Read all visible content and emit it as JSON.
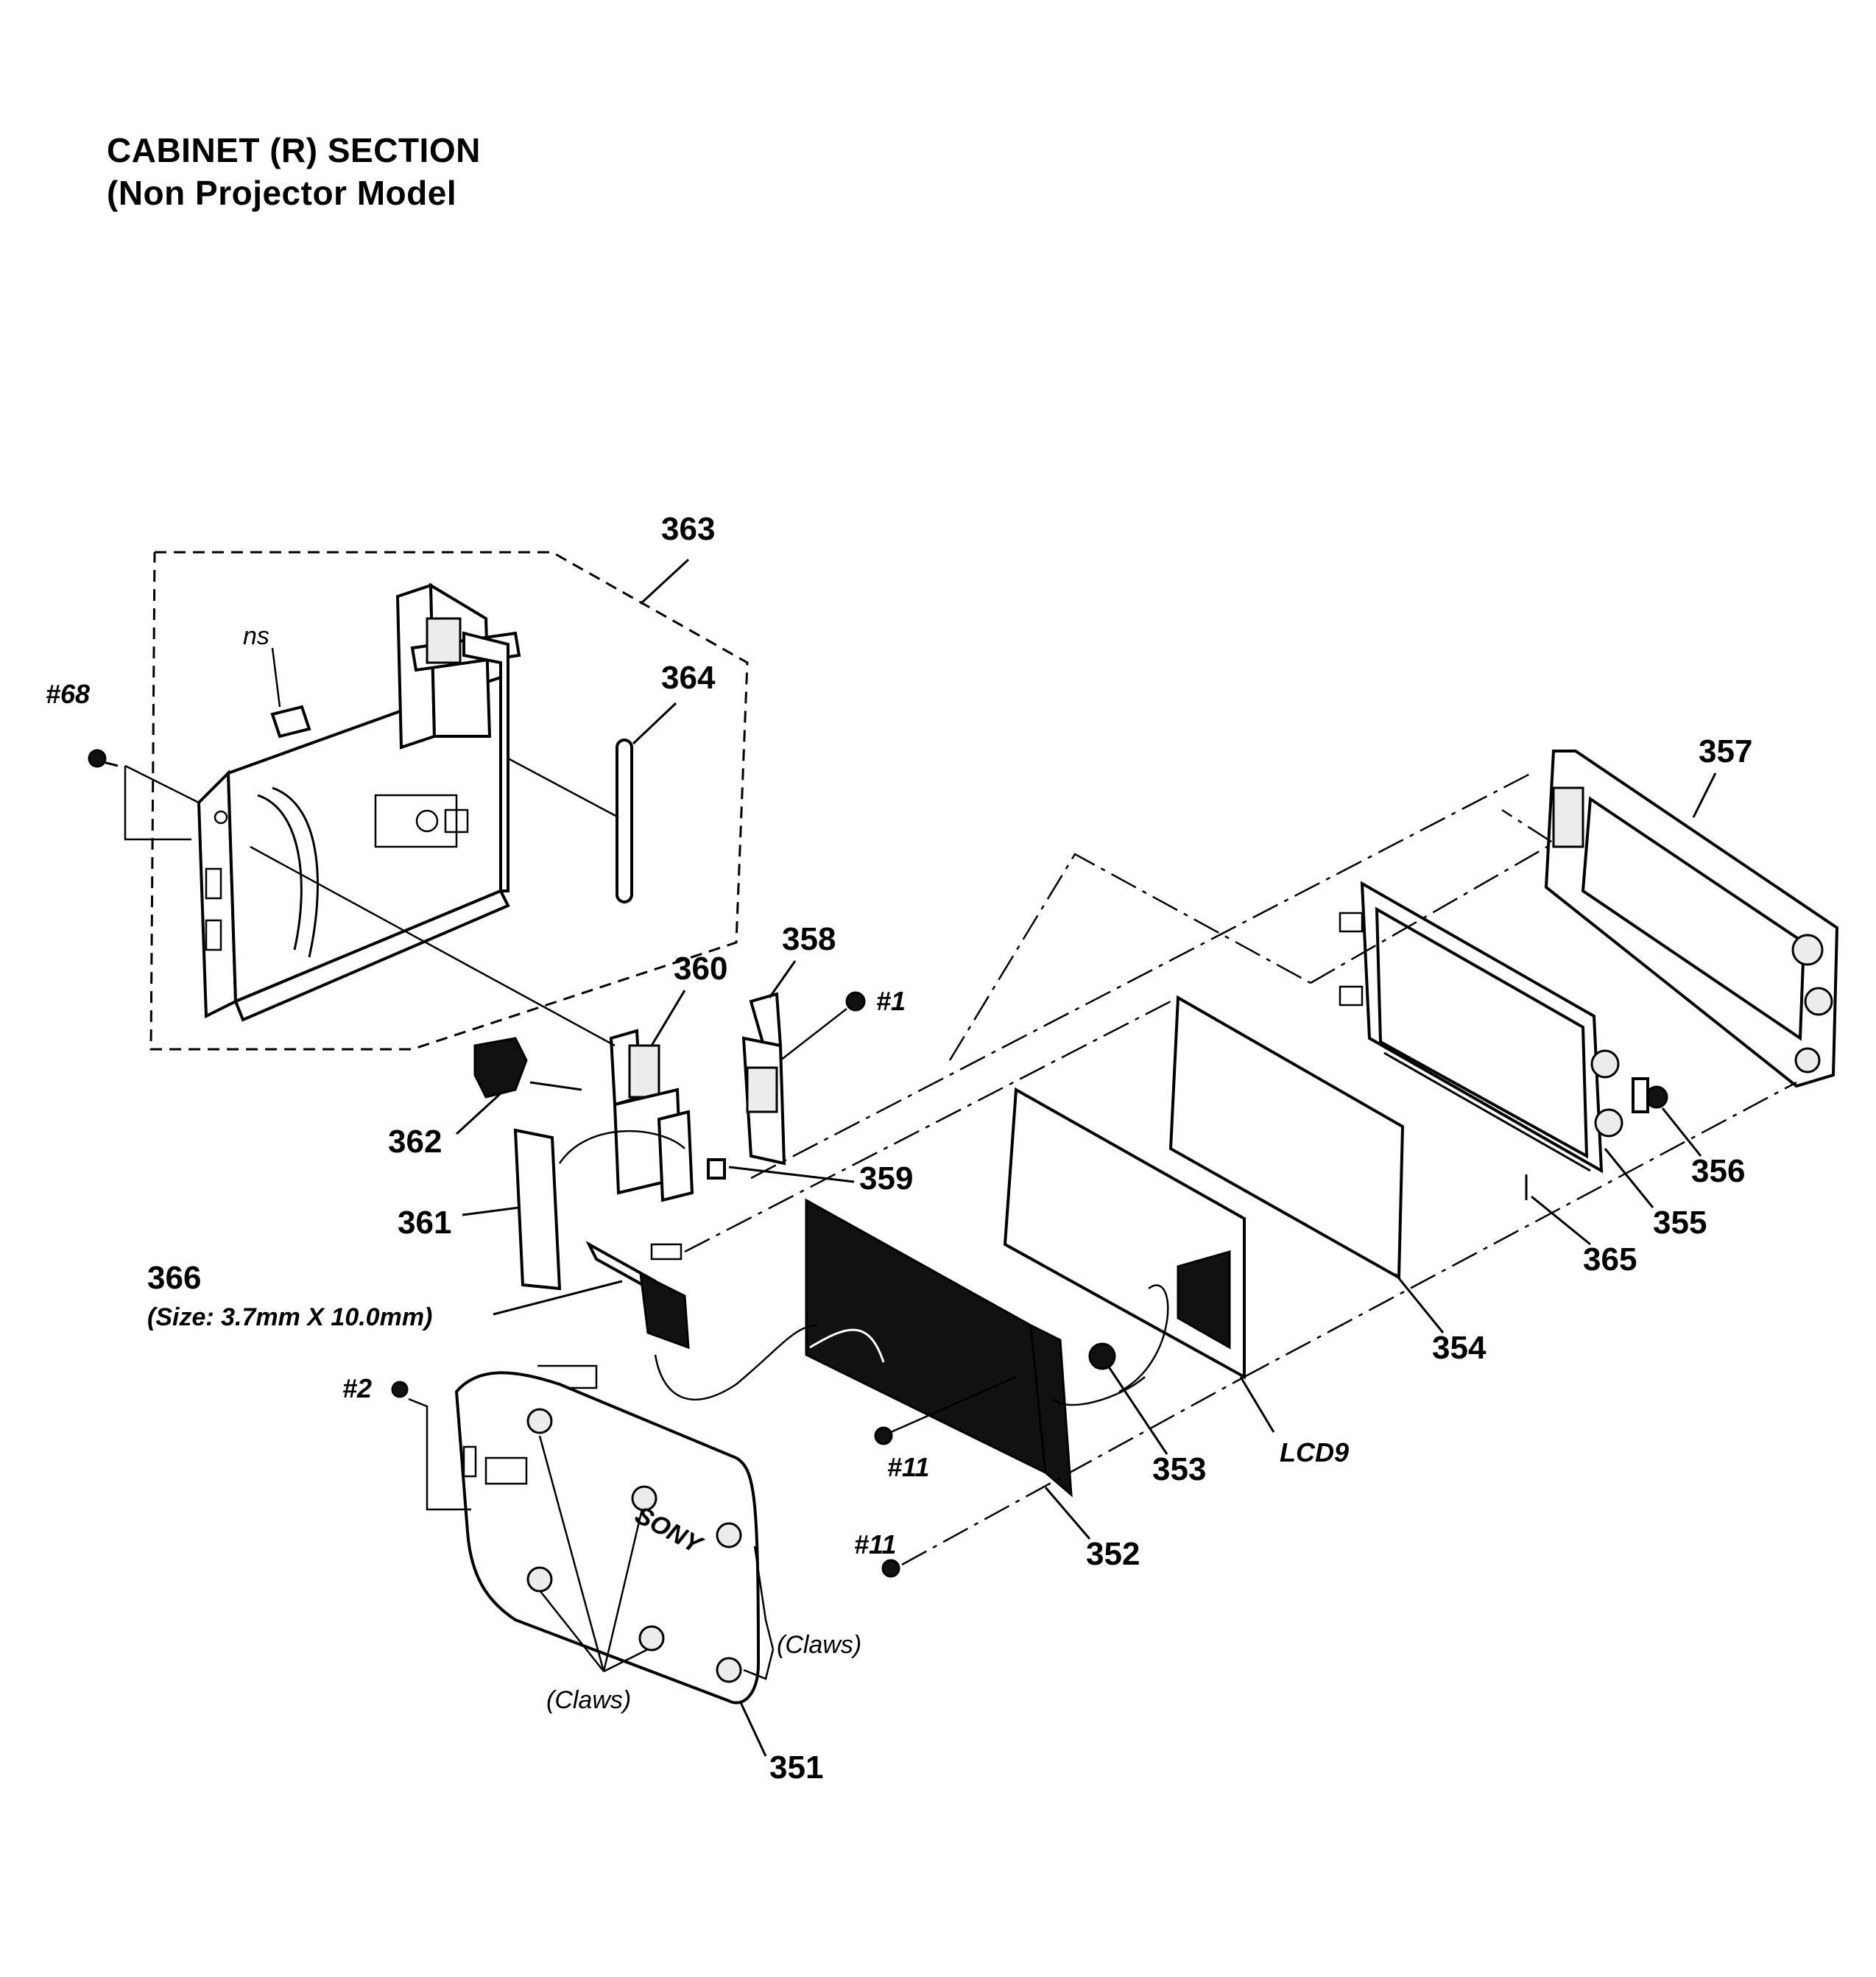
{
  "title": {
    "line1": "CABINET (R) SECTION",
    "line2": "(Non Projector Model"
  },
  "labels": {
    "p363": "363",
    "p364": "364",
    "p357": "357",
    "p358": "358",
    "p360": "360",
    "s1": "#1",
    "p362": "362",
    "p359": "359",
    "p361": "361",
    "p356": "356",
    "p355": "355",
    "p365": "365",
    "p354": "354",
    "p366": "366",
    "size366": "(Size: 3.7mm X 10.0mm)",
    "s2": "#2",
    "s11a": "#11",
    "s11b": "#11",
    "p353": "353",
    "lcd9": "LCD9",
    "p352": "352",
    "claws1": "(Claws)",
    "claws2": "(Claws)",
    "p351": "351",
    "s68": "#68",
    "ns": "ns",
    "brand": "SONY"
  }
}
